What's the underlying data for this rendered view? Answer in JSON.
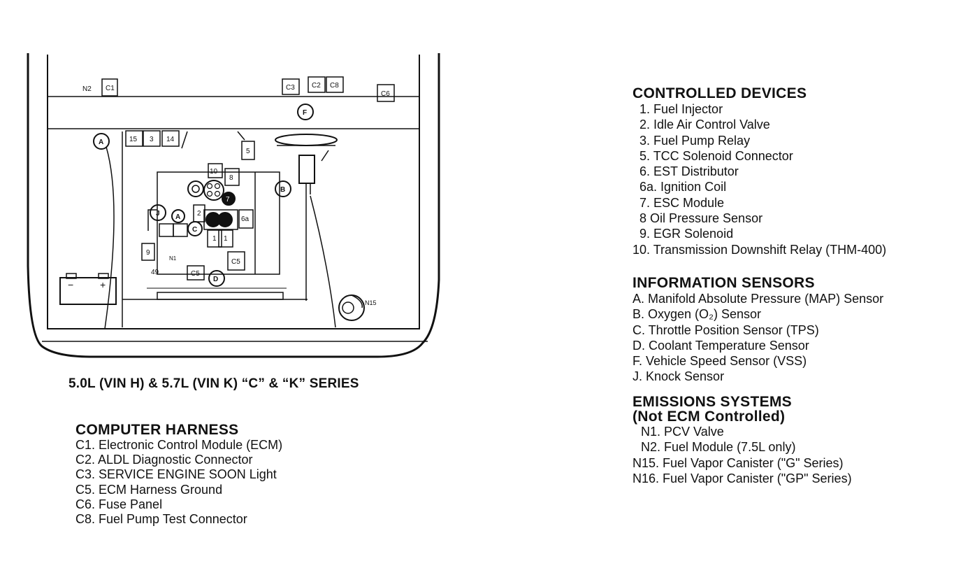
{
  "caption": "5.0L (VIN H) & 5.7L (VIN K) “C” & “K” SERIES",
  "diagram_labels": {
    "n2": "N2",
    "c1_top": "C1",
    "c3": "C3",
    "c2": "C2",
    "c8_top": "C8",
    "c6": "C6",
    "f": "F",
    "a_left": "A",
    "l15": "15",
    "l3": "3",
    "l14": "14",
    "l5": "5",
    "l10": "10",
    "l8": "8",
    "b": "B",
    "j": "J",
    "a_mid": "A",
    "l2": "2",
    "l7": "7",
    "c": "C",
    "l6a": "6a",
    "l11": "1",
    "l12": "1",
    "l9": "9",
    "n1": "N1",
    "l49": "49",
    "c5_left": "C5",
    "c5_right": "C5",
    "d": "D",
    "n15": "N15",
    "batt_minus": "−",
    "batt_plus": "+"
  },
  "computer_harness": {
    "heading": "COMPUTER HARNESS",
    "items": [
      "C1. Electronic Control Module (ECM)",
      "C2. ALDL Diagnostic Connector",
      "C3. SERVICE ENGINE SOON Light",
      "C5. ECM Harness Ground",
      "C6. Fuse Panel",
      "C8. Fuel Pump Test Connector"
    ]
  },
  "controlled_devices": {
    "heading": "CONTROLLED DEVICES",
    "items": [
      "1. Fuel Injector",
      "2. Idle Air Control Valve",
      "3. Fuel Pump Relay",
      "5. TCC Solenoid Connector",
      "6. EST Distributor",
      "6a. Ignition Coil",
      "7. ESC Module",
      "8  Oil Pressure Sensor",
      "9. EGR Solenoid",
      "10. Transmission Downshift Relay (THM-400)"
    ]
  },
  "information_sensors": {
    "heading": "INFORMATION SENSORS",
    "items": [
      "A. Manifold Absolute Pressure (MAP) Sensor",
      "B. Oxygen (O₂) Sensor",
      "C. Throttle Position Sensor (TPS)",
      "D. Coolant Temperature Sensor",
      "F. Vehicle Speed Sensor (VSS)",
      "J. Knock Sensor"
    ]
  },
  "emissions_systems": {
    "heading_line1": "EMISSIONS SYSTEMS",
    "heading_line2": "(Not ECM Controlled)",
    "items": [
      "N1. PCV Valve",
      "N2. Fuel Module (7.5L only)",
      "N15. Fuel Vapor Canister (\"G\" Series)",
      "N16. Fuel Vapor Canister (\"GP\" Series)"
    ]
  }
}
